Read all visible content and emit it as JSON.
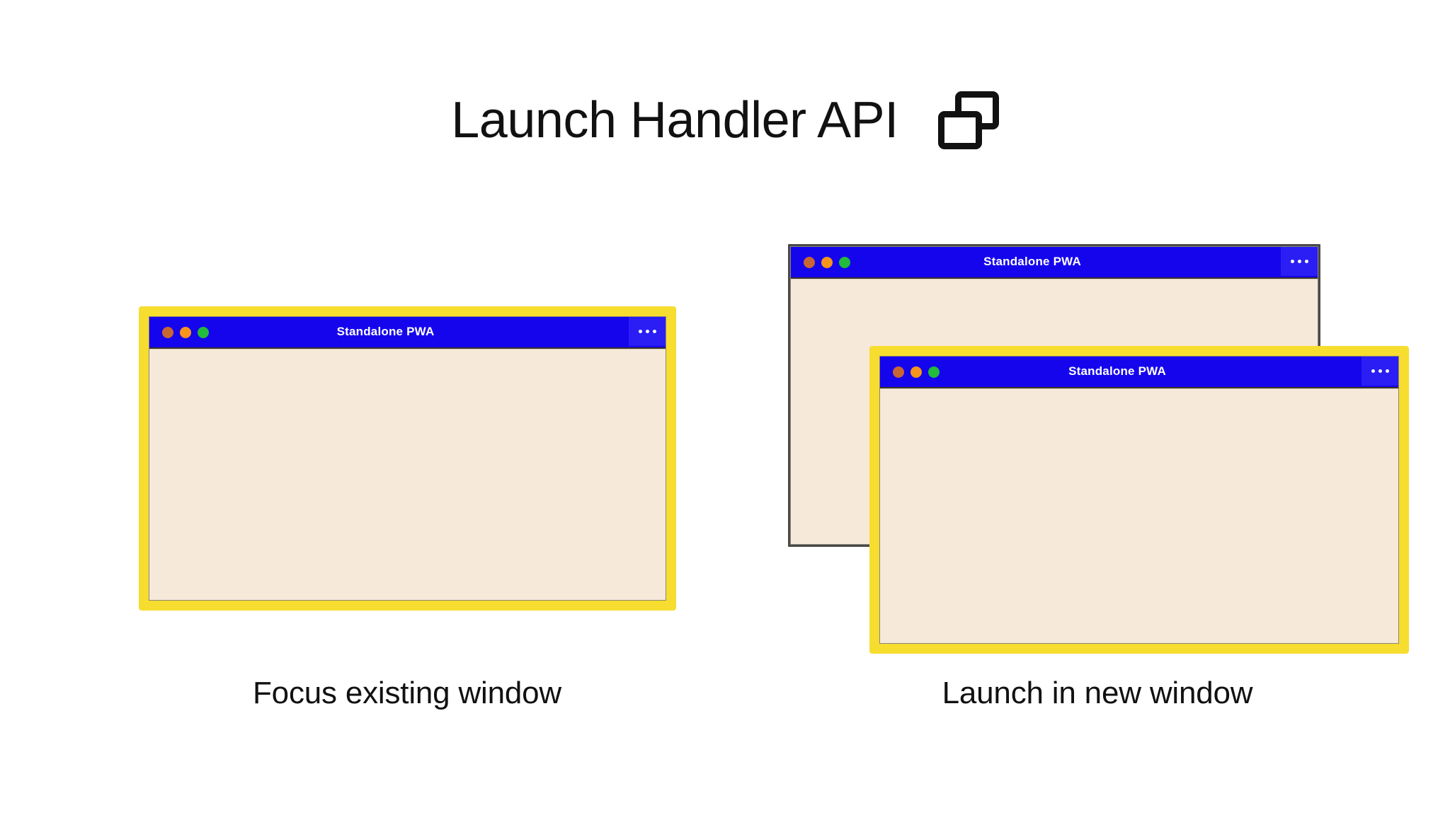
{
  "page": {
    "background_color": "#ffffff",
    "title": "Launch Handler API"
  },
  "header": {
    "title": "Launch Handler API",
    "icon_name": "two-overlapping-windows-icon"
  },
  "theme": {
    "titlebar_blue": "#1505ed",
    "menu_button_blue": "#2a1ef5",
    "window_body_cream": "#f6e9d9",
    "highlight_yellow": "#f7dd2f",
    "plain_border_gray": "#4a4a4a",
    "dot_close_red": "#c96733",
    "dot_minimize_orange": "#f7941d",
    "dot_maximize_green": "#22bb3b",
    "text_black": "#111111",
    "titlebar_text_white": "#ffffff"
  },
  "scenarios": [
    {
      "id": "focus-existing-window",
      "caption": "Focus existing window",
      "windows": [
        {
          "id": "left-window",
          "title": "Standalone PWA",
          "highlighted": true,
          "menu_label": "•••",
          "traffic_lights": [
            "close",
            "minimize",
            "maximize"
          ]
        }
      ]
    },
    {
      "id": "launch-in-new-window",
      "caption": "Launch in new window",
      "windows": [
        {
          "id": "right-back-window",
          "title": "Standalone PWA",
          "highlighted": false,
          "menu_label": "•••",
          "traffic_lights": [
            "close",
            "minimize",
            "maximize"
          ]
        },
        {
          "id": "right-front-window",
          "title": "Standalone PWA",
          "highlighted": true,
          "menu_label": "•••",
          "traffic_lights": [
            "close",
            "minimize",
            "maximize"
          ]
        }
      ]
    }
  ]
}
